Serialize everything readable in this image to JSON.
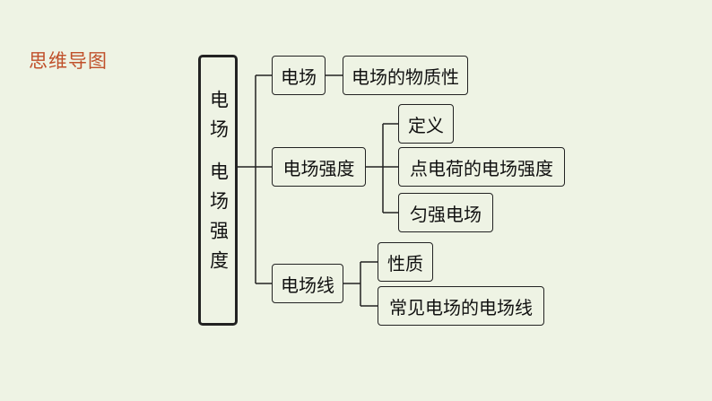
{
  "title": "思维导图",
  "root": {
    "line1": "电场",
    "line2": "电场强度"
  },
  "branches": {
    "field": {
      "label": "电场",
      "children": [
        "电场的物质性"
      ]
    },
    "intensity": {
      "label": "电场强度",
      "children": [
        "定义",
        "点电荷的电场强度",
        "匀强电场"
      ]
    },
    "lines": {
      "label": "电场线",
      "children": [
        "性质",
        "常见电场的电场线"
      ]
    }
  },
  "colors": {
    "background": "#eef3e4",
    "title": "#c0502a",
    "stroke": "#222222"
  }
}
